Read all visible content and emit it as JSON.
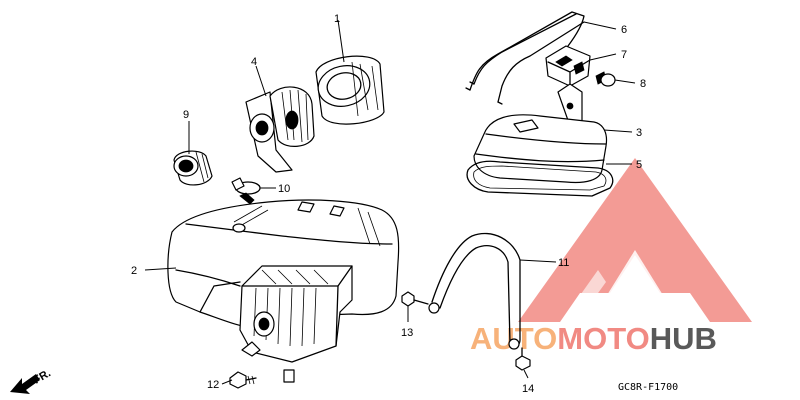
{
  "parts": [
    {
      "id": "1",
      "name": "air-filter-element"
    },
    {
      "id": "2",
      "name": "air-cleaner-case"
    },
    {
      "id": "3",
      "name": "air-cleaner-cover"
    },
    {
      "id": "4",
      "name": "element-holder"
    },
    {
      "id": "5",
      "name": "cover-gasket"
    },
    {
      "id": "6",
      "name": "wire-clip"
    },
    {
      "id": "7",
      "name": "rubber-bracket"
    },
    {
      "id": "8",
      "name": "grommet"
    },
    {
      "id": "9",
      "name": "joint-rubber"
    },
    {
      "id": "10",
      "name": "hose-clamp"
    },
    {
      "id": "11",
      "name": "strap-band"
    },
    {
      "id": "12",
      "name": "bolt-12"
    },
    {
      "id": "13",
      "name": "bolt-13"
    },
    {
      "id": "14",
      "name": "bolt-14"
    }
  ],
  "direction_label": "FR.",
  "diagram_code": "GC8R-F1700",
  "watermark": {
    "part1": "AUTO",
    "part2": "MOTO",
    "part3": "HUB"
  },
  "colors": {
    "watermark_orange": "#f7b27a",
    "watermark_red": "#f18a83",
    "watermark_gray": "#595959",
    "line": "#000000"
  }
}
